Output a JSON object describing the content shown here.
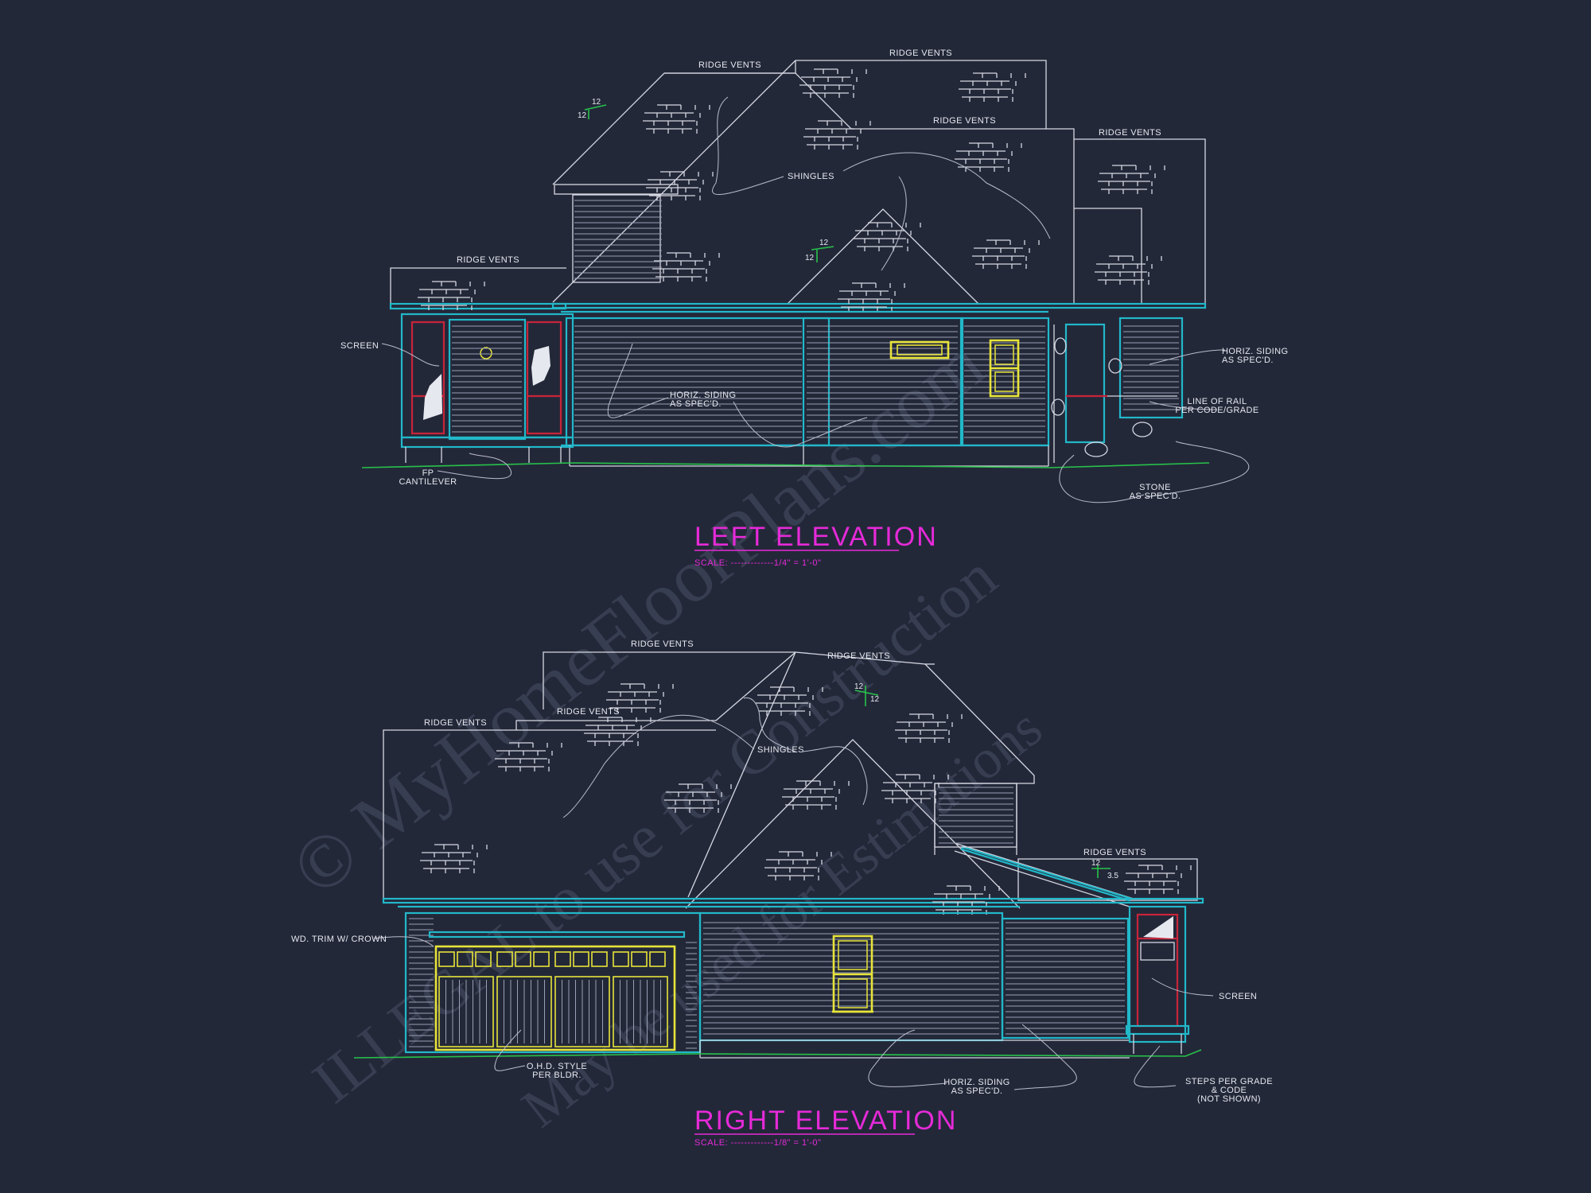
{
  "watermark": {
    "line1": "© MyHomeFloorPlans.com",
    "line2": "ILLEGAL to use for Construction",
    "line3": "May be used for Estimations"
  },
  "left_elevation": {
    "title": "LEFT ELEVATION",
    "scale": "SCALE: -------------1/4\" = 1'-0\"",
    "labels": {
      "ridge_vents_1": "RIDGE VENTS",
      "ridge_vents_2": "RIDGE VENTS",
      "ridge_vents_3": "RIDGE VENTS",
      "ridge_vents_4": "RIDGE VENTS",
      "ridge_vents_5": "RIDGE VENTS",
      "shingles": "SHINGLES",
      "screen": "SCREEN",
      "horiz_siding_center": "HORIZ. SIDING\nAS SPEC'D.",
      "horiz_siding_right": "HORIZ. SIDING\nAS SPEC'D.",
      "line_of_rail": "LINE OF RAIL\nPER CODE/GRADE",
      "stone": "STONE\nAS SPEC'D.",
      "fp_cantilever": "FP\nCANTILEVER"
    },
    "pitch_1": "12",
    "pitch_2": "12"
  },
  "right_elevation": {
    "title": "RIGHT ELEVATION",
    "scale": "SCALE: -------------1/8\" = 1'-0\"",
    "labels": {
      "ridge_vents_1": "RIDGE VENTS",
      "ridge_vents_2": "RIDGE VENTS",
      "ridge_vents_3": "RIDGE VENTS",
      "ridge_vents_4": "RIDGE VENTS",
      "ridge_vents_5": "RIDGE VENTS",
      "shingles": "SHINGLES",
      "wd_trim": "WD. TRIM W/ CROWN",
      "ohd_style": "O.H.D. STYLE\nPER BLDR.",
      "horiz_siding": "HORIZ. SIDING\nAS SPEC'D.",
      "screen": "SCREEN",
      "steps": "STEPS PER GRADE\n& CODE\n(NOT SHOWN)"
    },
    "pitch_1": "12",
    "pitch_2": "12",
    "pitch_low": "3.5"
  },
  "colors": {
    "background": "#232839",
    "linework": "#d6d8e2",
    "trim": "#22b8c9",
    "windows": "#e7e43a",
    "screen_frame": "#c8243a",
    "grade": "#27c24a",
    "title": "#e62ad8"
  }
}
